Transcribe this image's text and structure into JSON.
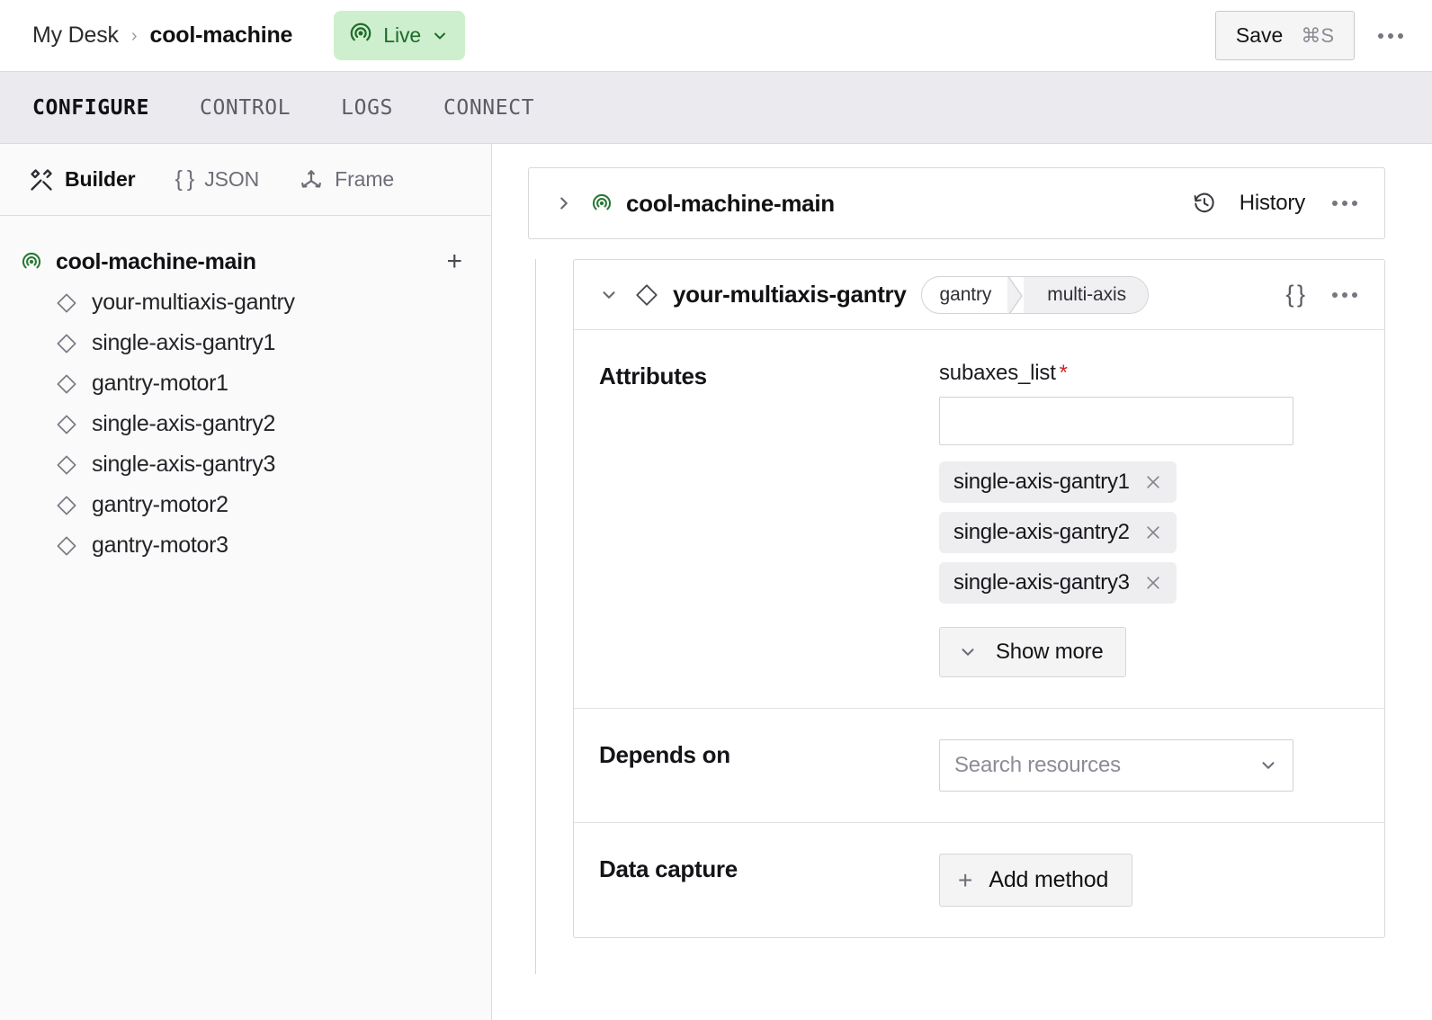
{
  "topbar": {
    "breadcrumb_root": "My Desk",
    "breadcrumb_sep": "›",
    "breadcrumb_current": "cool-machine",
    "live_label": "Live",
    "live_bg": "#cdefcd",
    "live_fg": "#1f6b2b",
    "save_label": "Save",
    "save_shortcut": "⌘S"
  },
  "tabs": [
    {
      "label": "CONFIGURE",
      "active": true
    },
    {
      "label": "CONTROL",
      "active": false
    },
    {
      "label": "LOGS",
      "active": false
    },
    {
      "label": "CONNECT",
      "active": false
    }
  ],
  "sidebar": {
    "modes": [
      {
        "label": "Builder",
        "icon": "tools-icon",
        "active": true
      },
      {
        "label": "JSON",
        "icon": "braces-icon",
        "active": false
      },
      {
        "label": "Frame",
        "icon": "axes-icon",
        "active": false
      }
    ],
    "root": {
      "label": "cool-machine-main",
      "icon": "broadcast-icon",
      "add_label": "+"
    },
    "items": [
      {
        "label": "your-multiaxis-gantry"
      },
      {
        "label": "single-axis-gantry1"
      },
      {
        "label": "gantry-motor1"
      },
      {
        "label": "single-axis-gantry2"
      },
      {
        "label": "single-axis-gantry3"
      },
      {
        "label": "gantry-motor2"
      },
      {
        "label": "gantry-motor3"
      }
    ]
  },
  "machine_card": {
    "title": "cool-machine-main",
    "history_label": "History"
  },
  "resource_card": {
    "title": "your-multiaxis-gantry",
    "pill_primary": "gantry",
    "pill_secondary": "multi-axis",
    "sections": {
      "attributes": {
        "label": "Attributes",
        "field_label": "subaxes_list",
        "required_mark": "*",
        "input_value": "",
        "input_placeholder": "",
        "chips": [
          {
            "label": "single-axis-gantry1"
          },
          {
            "label": "single-axis-gantry2"
          },
          {
            "label": "single-axis-gantry3"
          }
        ],
        "show_more_label": "Show more"
      },
      "depends_on": {
        "label": "Depends on",
        "select_placeholder": "Search resources"
      },
      "data_capture": {
        "label": "Data capture",
        "add_method_label": "Add method",
        "add_method_plus": "+"
      }
    }
  }
}
